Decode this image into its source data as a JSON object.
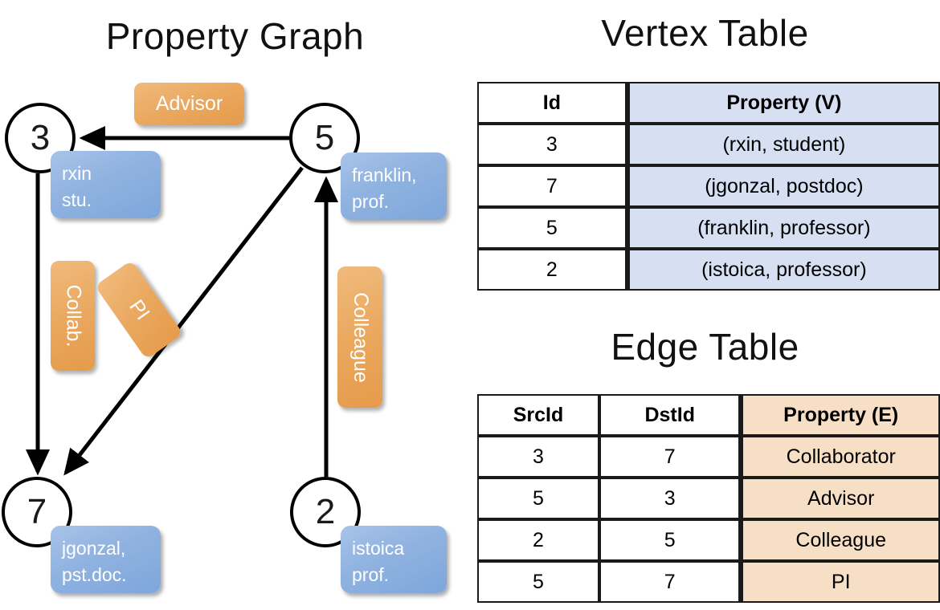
{
  "titles": {
    "property_graph": "Property Graph",
    "vertex_table": "Vertex Table",
    "edge_table": "Edge Table"
  },
  "graph": {
    "nodes": [
      {
        "id": "3",
        "property_label": "rxin\nstu."
      },
      {
        "id": "5",
        "property_label": "franklin,\nprof."
      },
      {
        "id": "7",
        "property_label": "jgonzal,\npst.doc."
      },
      {
        "id": "2",
        "property_label": "istoica\nprof."
      }
    ],
    "node_labels": {
      "n3": "3",
      "n5": "5",
      "n7": "7",
      "n2": "2"
    },
    "property_boxes": {
      "rxin_line1": "rxin",
      "rxin_line2": "stu.",
      "franklin_line1": "franklin,",
      "franklin_line2": "prof.",
      "jgonzal_line1": "jgonzal,",
      "jgonzal_line2": "pst.doc.",
      "istoica_line1": "istoica",
      "istoica_line2": "prof."
    },
    "edge_labels": {
      "advisor": "Advisor",
      "collab": "Collab.",
      "pi": "PI",
      "colleague": "Colleague"
    },
    "edges": [
      {
        "from": "5",
        "to": "3",
        "label": "Advisor"
      },
      {
        "from": "3",
        "to": "7",
        "label": "Collab."
      },
      {
        "from": "5",
        "to": "7",
        "label": "PI"
      },
      {
        "from": "2",
        "to": "5",
        "label": "Colleague"
      }
    ]
  },
  "vertex_table": {
    "headers": [
      "Id",
      "Property (V)"
    ],
    "rows": [
      {
        "id": "3",
        "property": "(rxin, student)"
      },
      {
        "id": "7",
        "property": "(jgonzal, postdoc)"
      },
      {
        "id": "5",
        "property": "(franklin, professor)"
      },
      {
        "id": "2",
        "property": "(istoica, professor)"
      }
    ]
  },
  "edge_table": {
    "headers": [
      "SrcId",
      "DstId",
      "Property (E)"
    ],
    "rows": [
      {
        "src": "3",
        "dst": "7",
        "property": "Collaborator"
      },
      {
        "src": "5",
        "dst": "3",
        "property": "Advisor"
      },
      {
        "src": "2",
        "dst": "5",
        "property": "Colleague"
      },
      {
        "src": "5",
        "dst": "7",
        "property": "PI"
      }
    ]
  },
  "colors": {
    "vertex_property_fill": "#d6e0f2",
    "edge_property_fill": "#f7dfc6",
    "node_property_box": "#8fb2e0",
    "edge_label_box": "#eaa85f",
    "stroke": "#1a1a1a"
  }
}
